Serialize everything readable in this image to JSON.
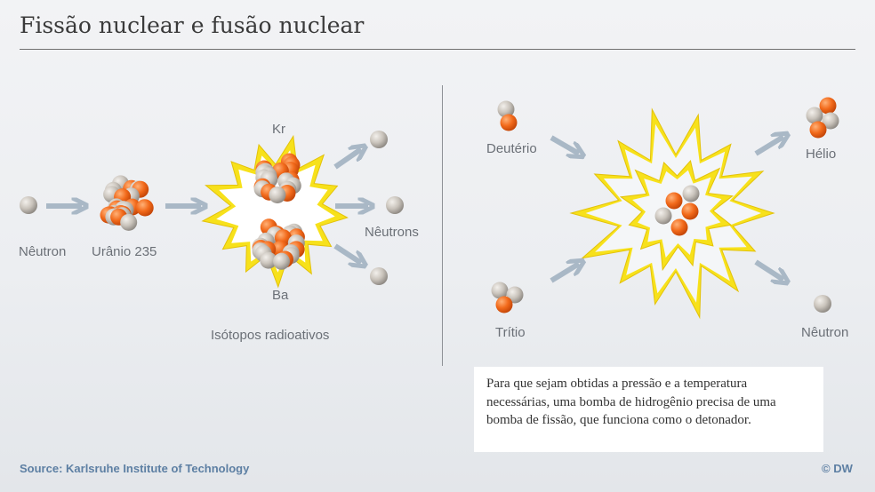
{
  "title": "Fissão nuclear e fusão nuclear",
  "fission": {
    "neutron": "Nêutron",
    "uranium": "Urânio 235",
    "kr": "Kr",
    "ba": "Ba",
    "neutrons": "Nêutrons",
    "isotopes": "Isótopos radioativos"
  },
  "fusion": {
    "deuterium": "Deutério",
    "tritium": "Trítio",
    "helium": "Hélio",
    "neutron": "Nêutron"
  },
  "note": "Para que sejam obtidas a pressão e a temperatura necessárias, uma bomba de hidrogênio precisa de uma bomba de fissão, que funciona como o detonador.",
  "source": "Source: Karlsruhe Institute of Technology",
  "copyright": "© DW",
  "colors": {
    "proton": "#f26a1b",
    "neutron": "#c9c3bb",
    "arrow": "#a9b8c6",
    "burst": "#f7e11b",
    "source_text": "#5d7fa3"
  }
}
